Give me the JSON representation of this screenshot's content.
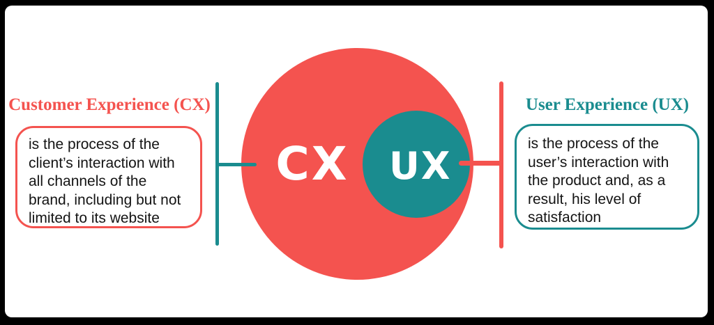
{
  "colors": {
    "coral": "#F4534F",
    "teal": "#1A8C8F",
    "text": "#141414",
    "frame": "#000000",
    "background": "#FFFFFF"
  },
  "left_panel": {
    "heading": "Customer Experience (CX)",
    "description_lines": [
      "is the process of the",
      "client’s interaction with",
      "all channels of the",
      "brand, including but not",
      "limited to its website"
    ]
  },
  "right_panel": {
    "heading": "User Experience (UX)",
    "description_lines": [
      "is the process of the",
      "user’s interaction with",
      "the product and, as a",
      "result, his level of",
      "satisfaction"
    ]
  },
  "venn": {
    "big_circle": {
      "label": "CX",
      "color": "#F4534F"
    },
    "small_circle": {
      "label": "UX",
      "color": "#1A8C8F"
    }
  }
}
